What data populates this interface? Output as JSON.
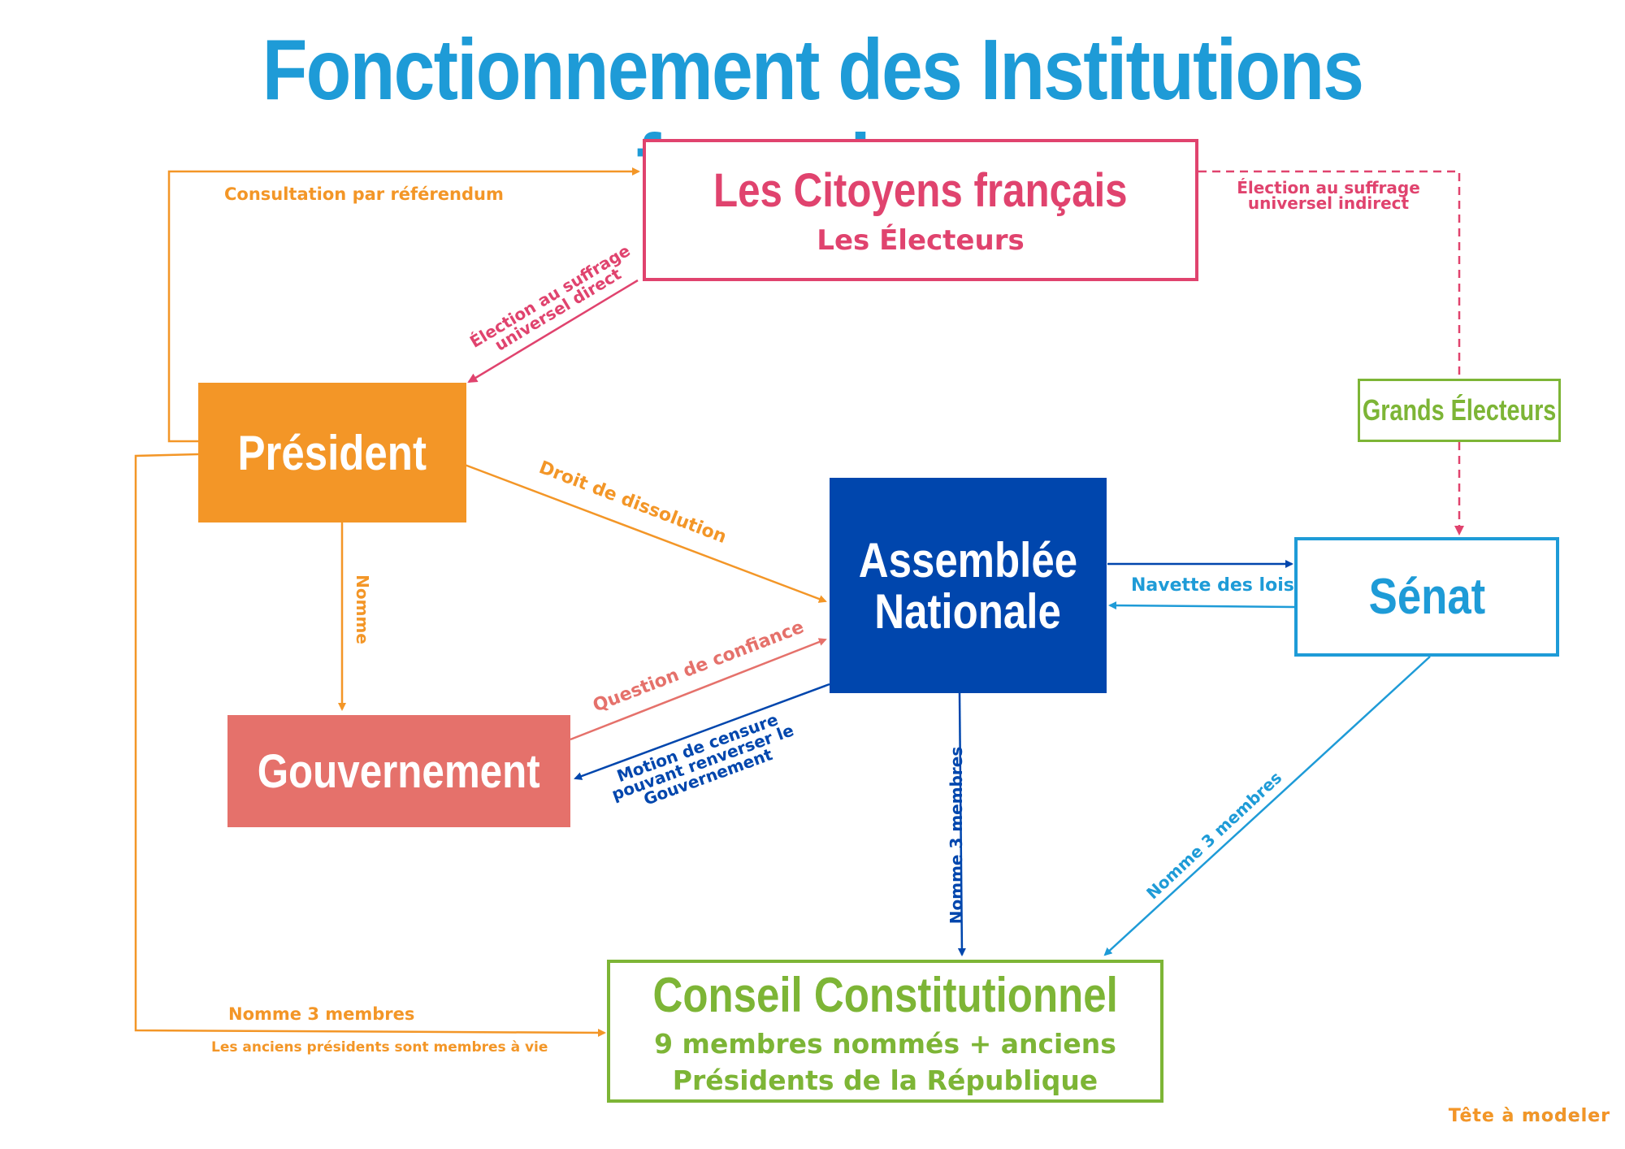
{
  "title": "Fonctionnement des Institutions françaises",
  "nodes": {
    "citoyens": {
      "title": "Les Citoyens français",
      "subtitle": "Les Électeurs"
    },
    "president": {
      "title": "Président"
    },
    "gouvernement": {
      "title": "Gouvernement"
    },
    "assemblee": {
      "title_line1": "Assemblée",
      "title_line2": "Nationale"
    },
    "senat": {
      "title": "Sénat"
    },
    "grands_electeurs": {
      "title": "Grands Électeurs"
    },
    "conseil": {
      "title": "Conseil Constitutionnel",
      "subtitle_line1": "9 membres nommés + anciens",
      "subtitle_line2": "Présidents de la République"
    }
  },
  "edges": {
    "referendum": "Consultation par référendum",
    "suffrage_direct": "Élection au suffrage universel direct",
    "suffrage_indirect": "Élection au suffrage universel indirect",
    "dissolution": "Droit de dissolution",
    "nomme": "Nomme",
    "question_confiance": "Question de confiance",
    "motion_censure": "Motion de censure pouvant renverser le Gouvernement",
    "navette": "Navette des lois",
    "an_nomme": "Nomme 3 membres",
    "senat_nomme": "Nomme 3 membres",
    "president_nomme": "Nomme 3 membres",
    "anciens_presidents": "Les anciens présidents sont membres à vie"
  },
  "logo": {
    "text": "Tête à modeler"
  },
  "colors": {
    "title": "#1e9bd7",
    "citoyens": "#e0436e",
    "president": "#f39627",
    "gouvernement": "#e5716b",
    "assemblee": "#0046ad",
    "senat": "#1e9bd7",
    "conseil": "#7db536",
    "grands_electeurs": "#7db536"
  }
}
